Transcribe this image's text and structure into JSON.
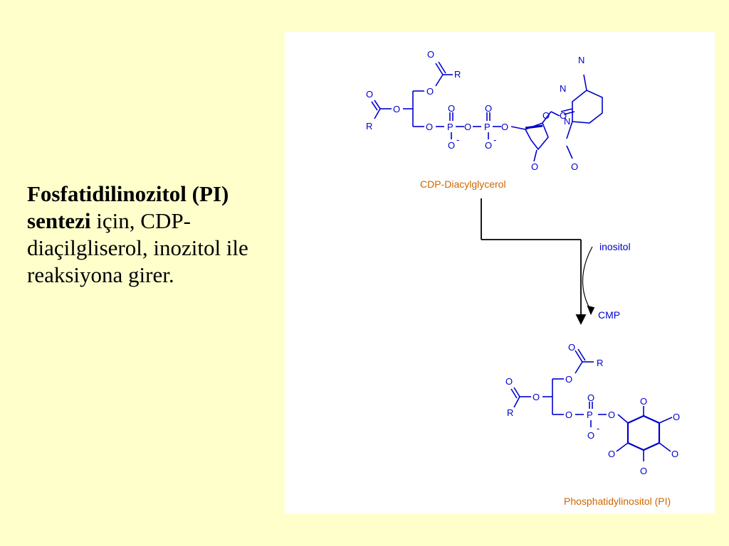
{
  "slide": {
    "title_bold": "Fosfatidilinozitol (PI) sentezi",
    "body_rest": " için, CDP-diaçilgliserol, inozitol ile reaksiyona girer."
  },
  "figure": {
    "reactant_label": "CDP-Diacylglycerol",
    "reagent_in": "inositol",
    "reagent_out": "CMP",
    "product_label": "Phosphatidylinositol (PI)",
    "atoms": {
      "O": "O",
      "R": "R",
      "P": "P",
      "N": "N",
      "neg": "-"
    }
  },
  "colors": {
    "background": "#ffffcc",
    "structure": "#0000cc",
    "label": "#cc6600",
    "arrow": "#000000"
  }
}
